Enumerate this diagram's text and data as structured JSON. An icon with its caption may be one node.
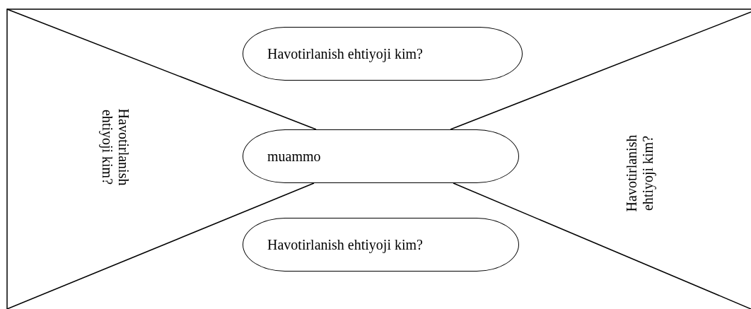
{
  "diagram": {
    "nodes": [
      {
        "text": [
          "Havotirlanish ehtiyoji kim?"
        ]
      },
      {
        "text": [
          "muammo"
        ]
      },
      {
        "text": [
          "Havotirlanish ehtiyoji kim?"
        ]
      }
    ],
    "edges": [
      {
        "from": null,
        "to": 1,
        "arrow": "none"
      },
      {
        "from": null,
        "to": 1,
        "arrow": "none"
      },
      {
        "from": null,
        "to": 1,
        "arrow": "none"
      },
      {
        "from": null,
        "to": 1,
        "arrow": "none"
      }
    ],
    "labels": [
      "Havotirlanish ehtiyoji kim?",
      "Havotirlanish ehtiyoji kim?"
    ]
  }
}
